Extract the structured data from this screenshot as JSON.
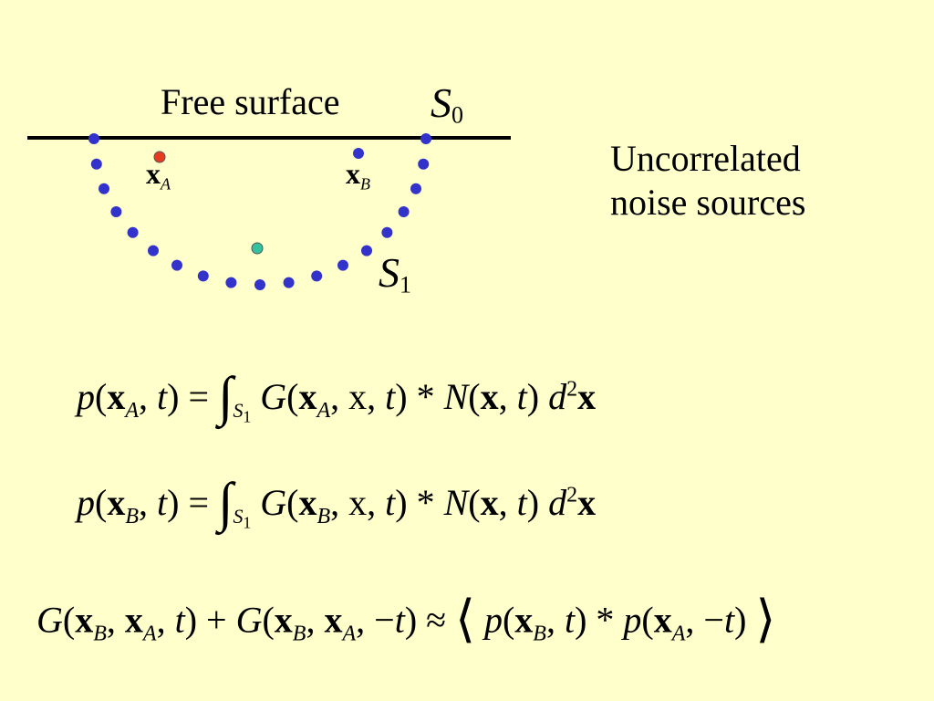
{
  "diagram": {
    "free_surface_label": "Free surface",
    "s0_symbol": "S",
    "s0_subscript": "0",
    "s1_symbol": "S",
    "s1_subscript": "1",
    "xa_symbol": "x",
    "xa_subscript": "A",
    "xb_symbol": "x",
    "xb_subscript": "B",
    "noise_label_line1": "Uncorrelated",
    "noise_label_line2": "noise sources"
  },
  "equations": {
    "eq1": "p(x_A, t) = ∫_{S1} G(x_A, x, t) * N(x, t) d²x",
    "eq2": "p(x_B, t) = ∫_{S1} G(x_B, x, t) * N(x, t) d²x",
    "eq3": "G(x_B, x_A, t) + G(x_B, x_A, −t) ≈ ⟨ p(x_B, t) * p(x_A, −t) ⟩"
  },
  "colors": {
    "background": "#ffffcc",
    "noise_source_dots": "#3333cc",
    "receiver_a": "#e83a1e",
    "receiver_center": "#33c2a0",
    "surface_line": "#000000"
  }
}
